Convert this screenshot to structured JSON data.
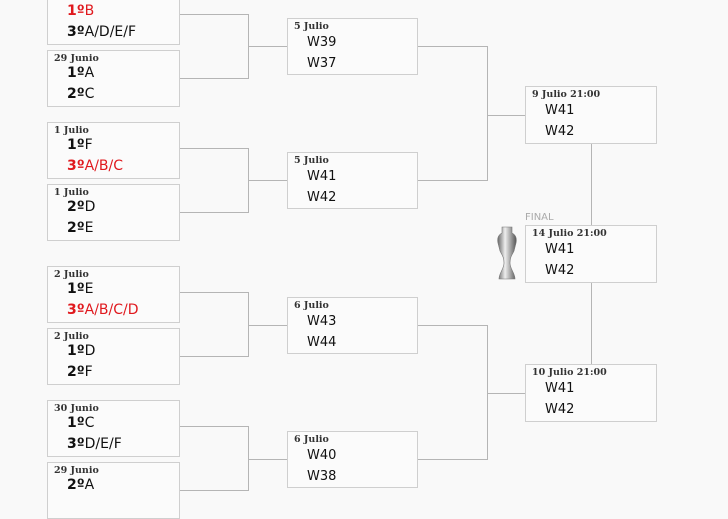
{
  "round_of_16": [
    {
      "date": "",
      "team1": {
        "pos": "1º",
        "group": "B",
        "highlight": true
      },
      "team2": {
        "pos": "3º",
        "group": "A/D/E/F",
        "highlight": false
      }
    },
    {
      "date": "29 Junio",
      "team1": {
        "pos": "1º",
        "group": "A",
        "highlight": false
      },
      "team2": {
        "pos": "2º",
        "group": "C",
        "highlight": false
      }
    },
    {
      "date": "1 Julio",
      "team1": {
        "pos": "1º",
        "group": "F",
        "highlight": false
      },
      "team2": {
        "pos": "3º",
        "group": "A/B/C",
        "highlight": true
      }
    },
    {
      "date": "1 Julio",
      "team1": {
        "pos": "2º",
        "group": "D",
        "highlight": false
      },
      "team2": {
        "pos": "2º",
        "group": "E",
        "highlight": false
      }
    },
    {
      "date": "2 Julio",
      "team1": {
        "pos": "1º",
        "group": "E",
        "highlight": false
      },
      "team2": {
        "pos": "3º",
        "group": "A/B/C/D",
        "highlight": true
      }
    },
    {
      "date": "2 Julio",
      "team1": {
        "pos": "1º",
        "group": "D",
        "highlight": false
      },
      "team2": {
        "pos": "2º",
        "group": "F",
        "highlight": false
      }
    },
    {
      "date": "30 Junio",
      "team1": {
        "pos": "1º",
        "group": "C",
        "highlight": false
      },
      "team2": {
        "pos": "3º",
        "group": "D/E/F",
        "highlight": false
      }
    },
    {
      "date": "29 Junio",
      "team1": {
        "pos": "2º",
        "group": "A",
        "highlight": false
      },
      "team2": {
        "pos": "",
        "group": "",
        "highlight": false
      }
    }
  ],
  "quarter_finals": [
    {
      "date": "5 Julio",
      "team1": "W39",
      "team2": "W37"
    },
    {
      "date": "5 Julio",
      "team1": "W41",
      "team2": "W42"
    },
    {
      "date": "6 Julio",
      "team1": "W43",
      "team2": "W44"
    },
    {
      "date": "6 Julio",
      "team1": "W40",
      "team2": "W38"
    }
  ],
  "semi_finals": [
    {
      "date": "9 Julio 21:00",
      "team1": "W41",
      "team2": "W42"
    },
    {
      "date": "10 Julio 21:00",
      "team1": "W41",
      "team2": "W42"
    }
  ],
  "final": {
    "label": "FINAL",
    "date": "14 Julio 21:00",
    "team1": "W41",
    "team2": "W42",
    "icon": "trophy-icon"
  },
  "colors": {
    "highlight": "#e0191e",
    "line": "#b5b5b5"
  }
}
